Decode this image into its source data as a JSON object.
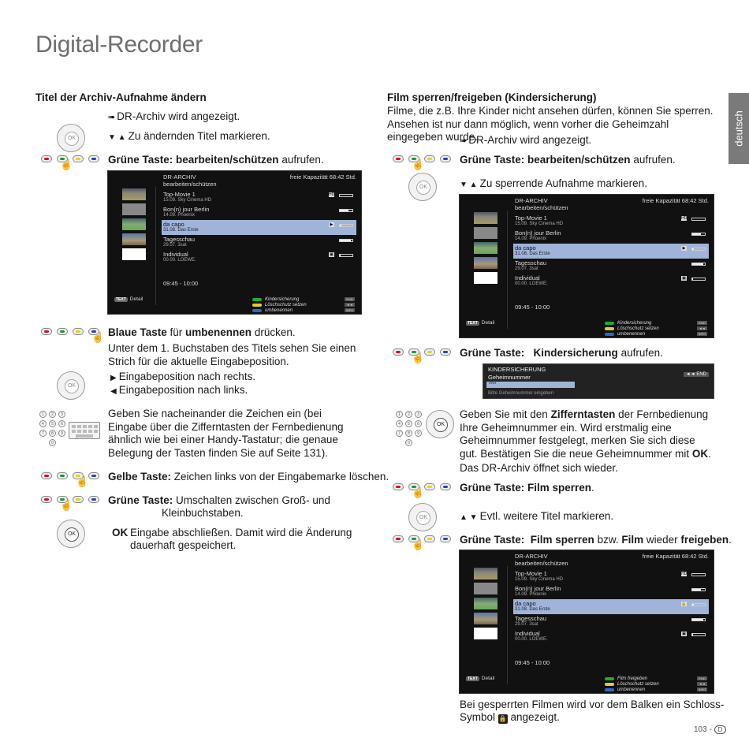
{
  "page": {
    "title": "Digital-Recorder",
    "side_tab": "deutsch",
    "page_number": "103 -",
    "page_badge": "D"
  },
  "left": {
    "heading": "Titel der Archiv-Aufnahme ändern",
    "s1": "DR-Archiv wird angezeigt.",
    "s2": "Zu ändernden Titel markieren.",
    "s3_bold": "Grüne Taste: bearbeiten/schützen",
    "s3_rest": " aufrufen.",
    "s4_bold1": "Blaue Taste",
    "s4_mid": " für ",
    "s4_bold2": "umbenennen",
    "s4_rest": " drücken.",
    "s5": "Unter dem 1. Buchstaben des Titels sehen Sie einen Strich für die aktuelle Eingabeposition.",
    "s6": "Eingabeposition nach rechts.",
    "s7": "Eingabeposition nach links.",
    "s8": "Geben Sie nacheinander die Zeichen ein (bei Eingabe über die Zifferntasten der Fernbedienung ähnlich wie bei einer Handy-Tastatur; die genaue Belegung der Tasten finden Sie auf Seite 131).",
    "s9_bold": "Gelbe Taste:",
    "s9_rest": " Zeichen links von der Eingabemarke löschen.",
    "s10_bold": "Grüne Taste:",
    "s10_rest": " Umschalten zwischen Groß- und",
    "s10_line2": "Kleinbuchstaben.",
    "s11_ok": "OK",
    "s11_line1": "Eingabe abschließen. Damit wird die Änderung",
    "s11_line2": "dauerhaft gespeichert."
  },
  "right": {
    "heading": "Film sperren/freigeben (Kindersicherung)",
    "intro": "Filme, die z.B. Ihre Kinder nicht ansehen dürfen, können Sie sperren. Ansehen ist nur dann möglich, wenn vorher die Geheimzahl eingegeben wurde.",
    "s1": "DR-Archiv wird angezeigt.",
    "s2_bold": "Grüne Taste: bearbeiten/schützen",
    "s2_rest": " aufrufen.",
    "s3": "Zu sperrende Aufnahme markieren.",
    "s4_bold1": "Grüne Taste:",
    "s4_bold2": "Kindersicherung",
    "s4_rest": " aufrufen.",
    "s5_pre": "Geben Sie mit den ",
    "s5_bold": "Zifferntasten",
    "s5_post": " der Fernbedienung Ihre Geheimnummer ein. Wird erstmalig eine Geheimnummer festgelegt, merken Sie sich diese gut. Bestätigen Sie die neue Geheimnummer mit ",
    "s5_ok": "OK",
    "s5_end": ".",
    "s6": "Das DR-Archiv öffnet sich wieder.",
    "s7_bold": "Grüne Taste: Film sperren",
    "s7_rest": ".",
    "s8": "Evtl. weitere Titel markieren.",
    "s9_bold1": "Grüne Taste:",
    "s9_bold2": "Film sperren",
    "s9_mid": " bzw. ",
    "s9_bold3": "Film",
    "s9_mid2": " wieder ",
    "s9_bold4": "freigeben",
    "s9_end": ".",
    "footer_line1": "Bei gesperrten Filmen wird vor dem Balken ein Schloss-",
    "footer_line2_pre": "Symbol",
    "footer_line2_post": " angezeigt."
  },
  "tv": {
    "title": "DR-ARCHIV",
    "subtitle": "bearbeiten/schützen",
    "capacity": "freie Kapazität 68:42 Std.",
    "rows": [
      {
        "name": "Top-Movie 1",
        "date": "15.09.   Sky Cinema HD",
        "fill": 0.0
      },
      {
        "name": "Bon(n) jour Berlin",
        "date": "14.09.   Phoenix",
        "fill": 0.7
      },
      {
        "name": "da capo",
        "date": "31.08.   Das Erste",
        "fill": 0.1
      },
      {
        "name": "Tagesschau",
        "date": "29.07.   3sat",
        "fill": 0.85
      },
      {
        "name": "Individual",
        "date": "00.00.   LOEWE.",
        "fill": 0.05
      }
    ],
    "time": "09:45 - 10:00",
    "detail_badge": "TEXT",
    "detail_label": "Detail",
    "legend1": [
      "Kindersicherung",
      "Löschschutz setzen",
      "umbenennen"
    ],
    "legend2": [
      "Film freigeben",
      "Löschschutz setzen",
      "umbenennen"
    ],
    "legend_keys": [
      "END",
      "◄◄",
      "INFO"
    ]
  },
  "pin": {
    "title": "KINDERSICHERUNG",
    "subtitle": "Geheimnummer",
    "entry": "****",
    "hint": "Bitte Geheimnummer eingeben",
    "keys": "◄◄  END"
  },
  "colors": {
    "title_gray": "#6e6e6e",
    "tab_gray": "#7a7a7a",
    "tv_select": "#9fb4d8"
  }
}
